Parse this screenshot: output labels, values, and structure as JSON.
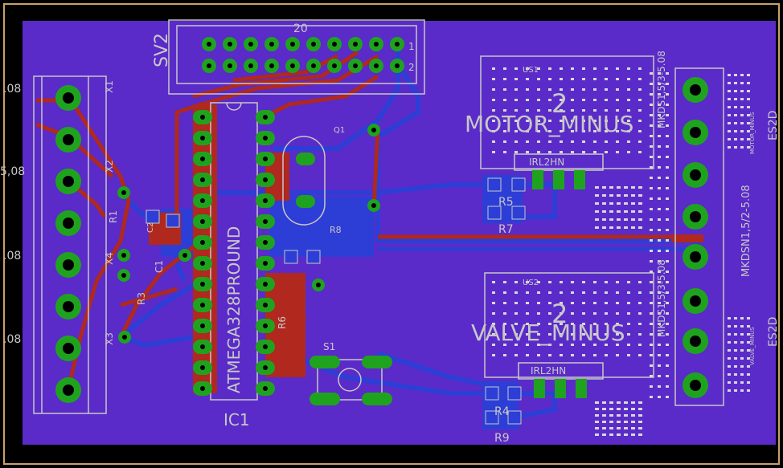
{
  "board": {
    "colors": {
      "background": "#000000",
      "frame": "#c7a16b",
      "copper_fill": "#5a2bc8",
      "top_trace": "#b0281e",
      "bottom_trace": "#2d3ed6",
      "pad": "#1fa31f",
      "silkscreen": "#c8c8c8"
    },
    "edge_labels": [
      {
        "text": ".08"
      },
      {
        "text": "5,08"
      },
      {
        "text": ".08"
      },
      {
        "text": ".08"
      }
    ],
    "connectors": {
      "sv2": "SV2",
      "sv2_pin_count": "20",
      "sv2_pin1": "1",
      "sv2_pin2": "2",
      "x1": "X1",
      "x2": "X2",
      "x3": "X3",
      "x4": "X4"
    },
    "ic1": {
      "name": "IC1",
      "part": "ATMEGA328PROUND"
    },
    "components": {
      "r1": "R1",
      "r3": "R3",
      "r4": "R4",
      "r5": "R5",
      "r6": "R6",
      "r7": "R7",
      "r8": "R8",
      "r9": "R9",
      "s1": "S1",
      "q1": "Q1",
      "c1": "C1",
      "c2": "C2"
    },
    "motor": {
      "label": "MOTOR_MINUS",
      "number": "2",
      "chip": "IRL2HN",
      "module": "US1"
    },
    "valve": {
      "label": "VALVE_MINUS",
      "number": "2",
      "chip": "IRL2HN",
      "module": "US2"
    },
    "right_labels": {
      "es2d_top": "ES2D",
      "es2d_bottom": "ES2D",
      "mkdsn": "MKDSN1,5/2-5.08",
      "motor_minus_small": "MOTOR_MINUS",
      "valve_minus_small": "VALVE_MINUS",
      "mkds_top": "MKDS1,5/3-5.08",
      "mkds_bottom": "MKDS1,5/3-5.08"
    }
  }
}
